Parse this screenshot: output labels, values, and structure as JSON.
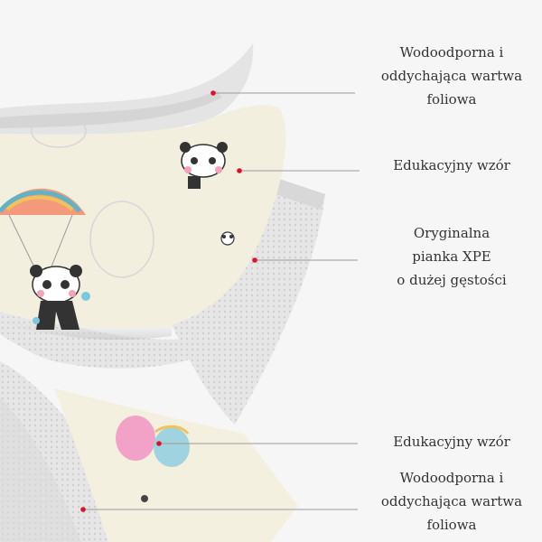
{
  "callouts": [
    {
      "lines": [
        "Wodoodporna i",
        "oddychająca wartwa",
        "foliowa"
      ]
    },
    {
      "lines": [
        "Edukacyjny wzór"
      ]
    },
    {
      "lines": [
        "Oryginalna",
        "pianka XPE",
        "o dużej gęstości"
      ]
    },
    {
      "lines": [
        "Edukacyjny wzór"
      ]
    },
    {
      "lines": [
        "Wodoodporna i",
        "oddychająca wartwa",
        "foliowa"
      ]
    }
  ],
  "colors": {
    "background": "#f6f6f6",
    "mat_surface": "#f3efdf",
    "foam_edge": "#e9e9e9",
    "leader_line": "#9a9a9a",
    "dot": "#e0102a"
  }
}
